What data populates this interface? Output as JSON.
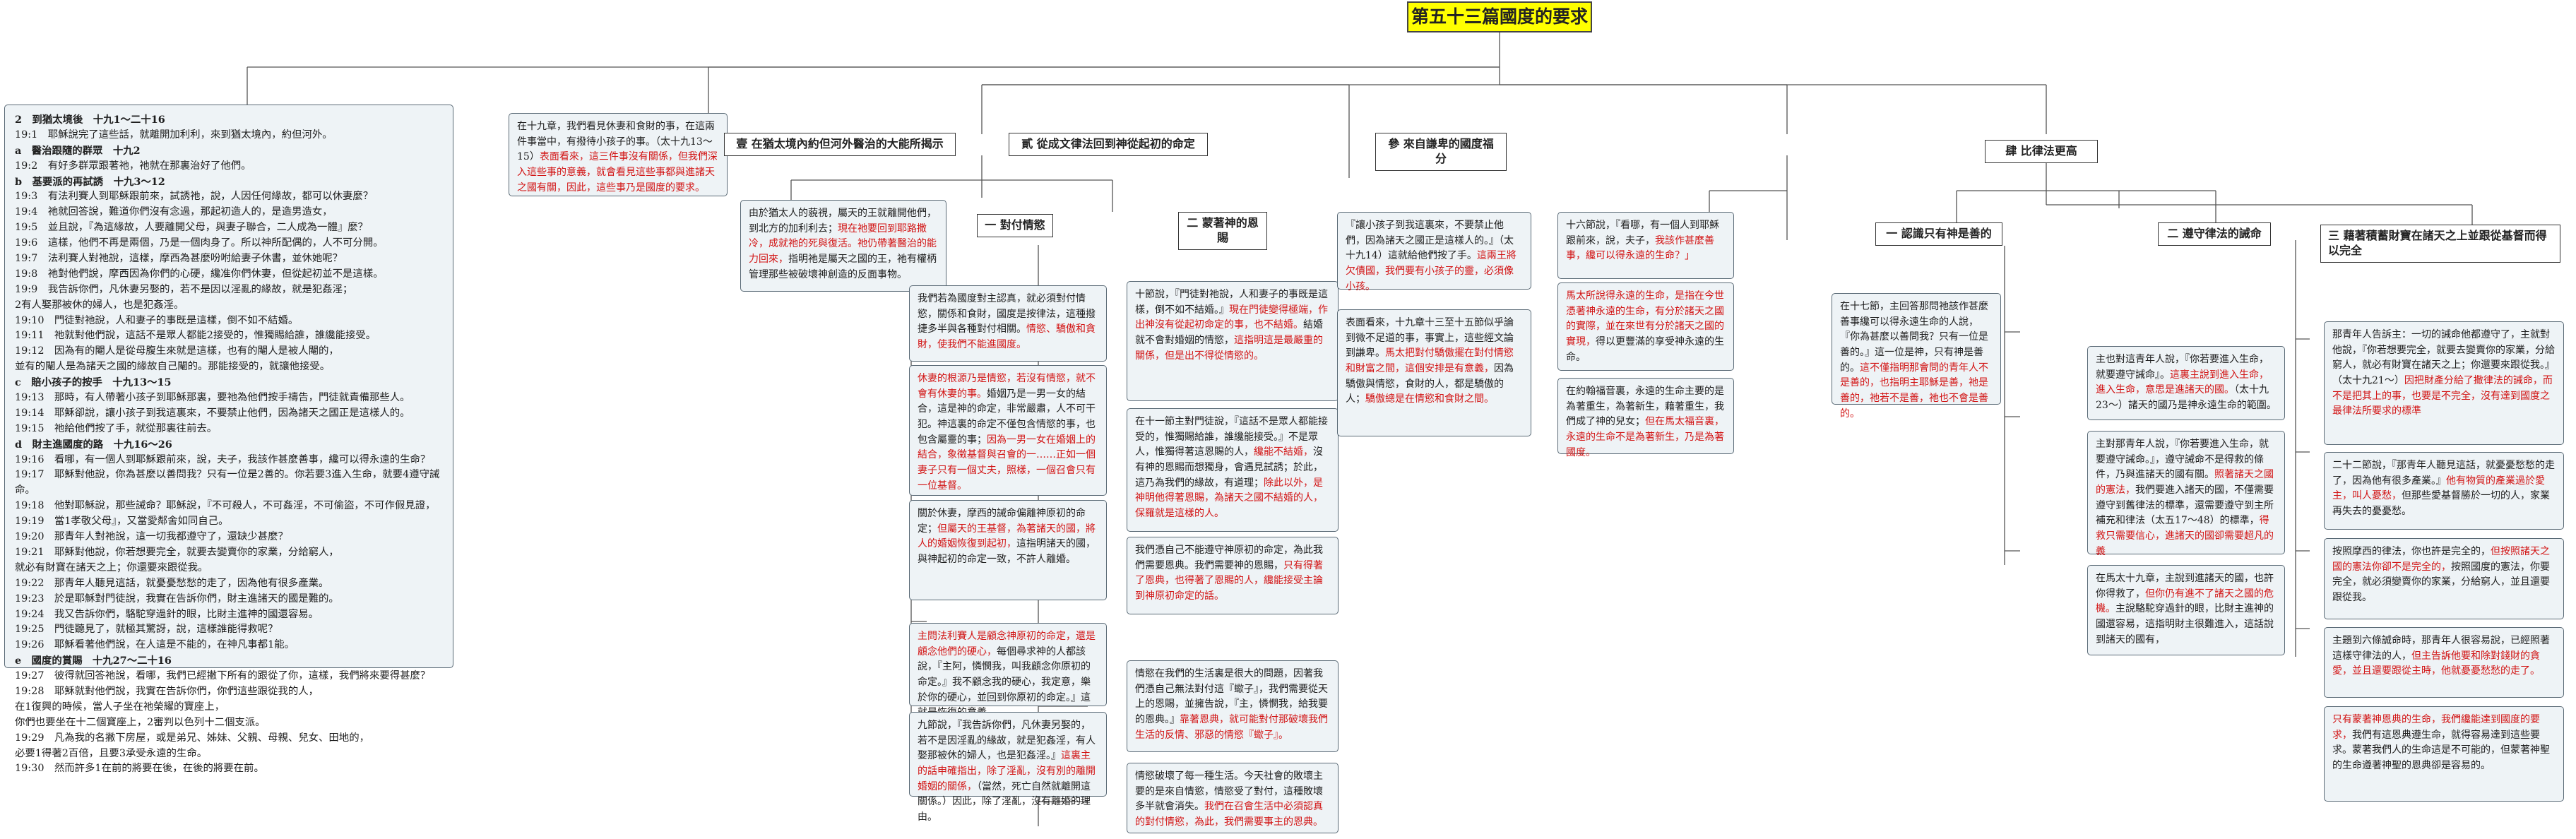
{
  "root": {
    "title": "第五十三篇國度的要求"
  },
  "intro": {
    "text": "在十九章，我們看見休妻和食財的事，在這兩件事當中，有撥待小孩子的事。（太十九13～15）",
    "red": "表面看來，這三件事沒有關係，但我們深入這些事的意義，就會看見這些事都與進諸天之國有關，因此，這些事乃是國度的要求。"
  },
  "outline": {
    "lines": [
      {
        "t": "2　到猶太境後　十九1～二十16",
        "b": true
      },
      {
        "t": "19:1　耶穌說完了這些話，就離開加利利，來到猶太境內，約但河外。"
      },
      {
        "t": "a　醫治跟隨的群眾　十九2",
        "b": true
      },
      {
        "t": "19:2　有好多群眾跟著祂，祂就在那裏治好了他們。"
      },
      {
        "t": "b　基要派的再試誘　十九3～12",
        "b": true
      },
      {
        "t": "19:3　有法利賽人到耶穌跟前來，試誘祂，說，人因任何緣故，都可以休妻麼？"
      },
      {
        "t": "19:4　祂就回答說，難道你們沒有念過，那起初造人的，是造男造女，"
      },
      {
        "t": "19:5　並且說，『為這緣故，人要離開父母，與妻子聯合，二人成為一體』麼？"
      },
      {
        "t": "19:6　這樣，他們不再是兩個，乃是一個肉身了。所以神所配偶的，人不可分開。"
      },
      {
        "t": "19:7　法利賽人對祂說，這樣，摩西為甚麼吩咐給妻子休書，並休她呢？"
      },
      {
        "t": "19:8　祂對他們說，摩西因為你們的心硬，纔准你們休妻，但從起初並不是這樣。"
      },
      {
        "t": "19:9　我告訴你們，凡休妻另娶的，若不是因以淫亂的緣故，就是犯姦淫；"
      },
      {
        "t": "2有人娶那被休的婦人，也是犯姦淫。"
      },
      {
        "t": "19:10　門徒對祂說，人和妻子的事既是這樣，倒不如不結婚。"
      },
      {
        "t": "19:11　祂就對他們說，這話不是眾人都能2接受的，惟獨賜給誰，誰纔能接受。"
      },
      {
        "t": "19:12　因為有的閹人是從母腹生來就是這樣，也有的閹人是被人閹的，"
      },
      {
        "t": "並有的閹人是為諸天之國的緣故自己閹的。那能接受的，就讓他接受。"
      },
      {
        "t": "c　賠小孩子的按手　十九13～15",
        "b": true
      },
      {
        "t": "19:13　那時，有人帶著小孩子到耶穌那裏，要祂為他們按手禱告，門徒就責備那些人。"
      },
      {
        "t": "19:14　耶穌卻說，讓小孩子到我這裏來，不要禁止他們，因為諸天之國正是這樣人的。"
      },
      {
        "t": "19:15　祂給他們按了手，就從那裏往前去。"
      },
      {
        "t": "d　財主進國度的路　十九16～26",
        "b": true
      },
      {
        "t": "19:16　看哪，有一個人到耶穌跟前來，說，夫子，我該作甚麼善事，纔可以得永遠的生命？"
      },
      {
        "t": "19:17　耶穌對他說，你為甚麼以善問我？只有一位是2善的。你若要3進入生命，就要4遵守誡命。"
      },
      {
        "t": "19:18　他對耶穌說，那些誡命？耶穌說，『不可殺人，不可姦淫，不可偷盜，不可作假見證，"
      },
      {
        "t": "19:19　當1孝敬父母』，又當愛鄰舍如同自己。"
      },
      {
        "t": "19:20　那青年人對祂說，這一切我都遵守了，還缺少甚麼？"
      },
      {
        "t": "19:21　耶穌對他說，你若想要完全，就要去變賣你的家業，分給窮人，"
      },
      {
        "t": "就必有財寶在諸天之上；你還要來跟從我。"
      },
      {
        "t": "19:22　那青年人聽見這話，就憂憂愁愁的走了，因為他有很多產業。"
      },
      {
        "t": "19:23　於是耶穌對門徒說，我實在告訴你們，財主進諸天的國是難的。"
      },
      {
        "t": "19:24　我又告訴你們，駱駝穿過針的眼，比財主進神的國還容易。"
      },
      {
        "t": "19:25　門徒聽見了，就極其驚訝，說，這樣誰能得救呢？"
      },
      {
        "t": "19:26　耶穌看著他們說，在人這是不能的，在神凡事都1能。"
      },
      {
        "t": "e　國度的賞賜　十九27～二十16",
        "b": true
      },
      {
        "t": "19:27　彼得就回答祂說，看哪，我們已經撇下所有的跟從了你，這樣，我們將來要得甚麼？"
      },
      {
        "t": "19:28　耶穌就對他們說，我實在告訴你們，你們這些跟從我的人，"
      },
      {
        "t": "在1復興的時候，當人子坐在祂榮耀的寶座上，"
      },
      {
        "t": "你們也要坐在十二個寶座上，2審判以色列十二個支派。"
      },
      {
        "t": "19:29　凡為我的名撇下房屋，或是弟兄、姊妹、父親、母親、兒女、田地的，"
      },
      {
        "t": "必要1得著2百倍，且要3承受永遠的生命。"
      },
      {
        "t": "19:30　然而許多1在前的將要在後，在後的將要在前。"
      }
    ]
  },
  "sections": {
    "s1": {
      "label": "壹 在猶太境內約但河外醫治的大能所揭示"
    },
    "s2": {
      "label": "貳 從成文律法回到神從起初的命定"
    },
    "s3": {
      "label": "參 來自謙卑的國度福分"
    },
    "s4": {
      "label": "肆 比律法更高"
    }
  },
  "s1_body": {
    "text": "由於猶太人的藐視，屬天的王就離開他們，到北方的加利利去；",
    "red": "現在祂要回到耶路撒冷，成就祂的死與復活。祂仍帶著醫治的能力回來，",
    "text2": "指明祂是屬天之國的王，祂有權柄管理那些被破壞神創造的反面事物。"
  },
  "s2a": {
    "label": "一 對付情慾"
  },
  "s2b": {
    "label": "二 蒙著神的恩賜"
  },
  "s2a_b1": {
    "text": "我們若為國度對主認真，就必須對付情慾，關係和食財，國度是按律法，這種撥捷多半與各種對付相關。",
    "red": "情慾、驕傲和貪財，使我們不能進國度。"
  },
  "s2a_b2": {
    "red": "休妻的根源乃是情慾，若沒有情慾，就不會有休妻的事。",
    "text": "婚姻乃是一男一女的結合，這是神的命定，非常嚴肅，人不可干犯。神這裏的命定不僅包含情慾的事，也包含屬靈的事；",
    "red2": "因為一男一女在婚姻上的結合，象徵基督與召會的一……正如一個妻子只有一個丈夫，照樣，一個召會只有一位基督。"
  },
  "s2a_b3": {
    "text": "關於休妻，摩西的誡命偏離神原初的命定；",
    "red": "但屬天的王基督，為著諸天的國，將人的婚姻恢復到起初，",
    "text2": "這指明諸天的國，與神起初的命定一致，不許人離婚。"
  },
  "s2a_b4": {
    "red": "主問法利賽人是顧念神原初的命定，還是顧念他們的硬心，",
    "text": "每個尋求神的人都該說，『主阿，憐憫我，叫我顧念你原初的命定。』我不顧念我的硬心，我定意，樂於你的硬心，並回到你原初的命定。』這就是恢復的意義。"
  },
  "s2a_b5": {
    "text": "九節說，『我告訴你們，凡休妻另娶的，若不是因淫亂的緣故，就是犯姦淫，有人娶那被休的婦人，也是犯姦淫。』",
    "red": "這裏主的話申確指出，除了淫亂，沒有別的離開婚姻的關係，",
    "text2": "（當然，死亡自然就離開這關係。）因此，除了淫亂，沒有離婚的理由。"
  },
  "s2b_b1": {
    "text": "十節說，『門徒對祂說，人和妻子的事既是這樣，倒不如不結婚。』",
    "red": "現在門徒變得極端，作出神沒有從起初命定的事，也不結婚。",
    "text2": "結婚就不會對婚姻的情慾，",
    "red2": "這指明這是最嚴重的關係，但是出不得從情慾的。"
  },
  "s2b_b2": {
    "text": "在十一節主對門徒說，『這話不是眾人都能接受的，惟獨賜給誰，誰纔能接受。』不是眾人，惟獨得著這恩賜的人，",
    "red": "纔能不結婚，",
    "text2": "沒有神的恩賜而想獨身，會遇見試誘；於此，這乃為我們的緣故，有道理；",
    "red2": "除此以外，是神明他得著恩賜，為諸天之國不結婚的人，保羅就是這樣的人。"
  },
  "s2b_b3": {
    "text": "我們憑自己不能遵守神原初的命定，為此我們需要恩典。我們需要神的恩賜，",
    "red": "只有得著了恩典，也得著了恩賜的人，纔能接受主論到神原初命定的話。"
  },
  "s2b_b4": {
    "text": "情慾在我們的生活裏是很大的問題，因著我們憑自己無法對付這『蠍子』，我們需要從天上的恩賜，並擁告說，『主，憐憫我，給我要的恩典。』",
    "red": "靠著恩典，就可能對付那破壞我們生活的反情、邪惡的情慾『蠍子』。"
  },
  "s2b_b5": {
    "text": "情慾破壞了每一種生活。今天社會的敗壞主要的是來自情慾，情慾受了對付，這種敗壞多半就會消失。",
    "red": "我們在召會生活中必須認真的對付情慾，為此，我們需要事主的恩典。"
  },
  "s3_b1": {
    "text": "『讓小孩子到我這裏來，不要禁止他們，因為諸天之國正是這樣人的。』（太十九14）",
    "text2": "這就給他們按了手。",
    "red": "這兩王將欠債國，我們要有小孩子的靈，必須像小孩。"
  },
  "s3_b2": {
    "text": "表面看來，十九章十三至十五節似乎論到微不足道的事，事實上，這些經文論到謙卑。",
    "red": "馬太把對付驕傲擺在對付情慾和財富之間，這個安排是有意義，",
    "text2": "因為驕傲與情慾，食財的人，都是驕傲的人；",
    "red2": "驕傲總是在情慾和食財之間。"
  },
  "s4a": {
    "label": "一 認識只有神是善的"
  },
  "s4b": {
    "label": "二 遵守律法的誡命"
  },
  "s4c": {
    "label": "三 藉著積蓄財寶在諸天之上並跟從基督而得以完全"
  },
  "s4_intro": {
    "text": "十六節說，『看哪，有一個人到耶穌跟前來，說，夫子，",
    "red": "我該作甚麼善事，纔可以得永遠的生命？」"
  },
  "s4_b2": {
    "red": "馬太所說得永遠的生命，是指在今世憑著神永遠的生命，有分於諸天之國的實際，並在來世有分於諸天之國的實現，",
    "text": "得以更豐滿的享受神永遠的生命。"
  },
  "s4_b3": {
    "text": "在約翰福音裏，永遠的生命主要的是為著重生，為著新生，藉著重生，我們成了神的兒女；",
    "red": "但在馬太福音裏，永遠的生命不是為著新生，乃是為著國度。"
  },
  "s4a_b1": {
    "text": "在十七節，主回答那問祂該作甚麼善事纔可以得永遠生命的人說，『你為甚麼以善問我？只有一位是善的。』這一位是神，只有神是善的。",
    "red": "這不僅指明那會問的青年人不是善的，也指明主耶穌是善，祂是善的，祂若不是善，祂也不會是善的。"
  },
  "s4b_b1": {
    "text": "主也對這青年人說，『你若要進入生命，就要遵守誡命』。",
    "red": "這裏主說到進入生命，進入生命，意思是進諸天的國。",
    "text2": "（太十九23～）諸天的國乃是神永遠生命的範圍。"
  },
  "s4b_b2": {
    "text": "主對那青年人說，『你若要進入生命，就要遵守誡命。』，遵守誡命不是得救的條件，乃與進諸天的國有關。",
    "red": "照著諸天之國的憲法，",
    "text2": "我們要進入諸天的國，不僅需要遵守到舊律法的標準，還需要遵守到主所補充和律法（太五17～48）的標準，",
    "red2": "得救只需要信心，進諸天的國卻需要超凡的義"
  },
  "s4b_b3": {
    "text": "在馬太十九章，主說到進諸天的國，也許你得救了，",
    "red": "但你仍有進不了諸天之國的危機。",
    "text2": "主說駱駝穿過針的眼，比財主進神的國還容易，這指明財主很難進入，這話說到諸天的國有，"
  },
  "s4c_b1": {
    "text": "那青年人告訴主：一切的誡命他都遵守了，主就對他說，『你若想要完全，就要去變賣你的家業，分給窮人，就必有財寶在諸天之上；你還要來跟從我。』（太十九21～）",
    "red": "因把財產分給了撒律法的誡命，而不是把其上的事，也要是不完全，沒有達到國度之最律法所要求的標準"
  },
  "s4c_b2": {
    "text": "二十二節說，『那青年人聽見這話，就憂憂愁愁的走了，因為他有很多產業。』",
    "red": "他有物質的產業過於愛主，叫人憂愁，",
    "text2": "但那些愛基督勝於一切的人，家業再失去的憂憂愁。"
  },
  "s4c_b3": {
    "text": "按照摩西的律法，你也許是完全的，",
    "red": "但按照諸天之國的憲法你卻不是完全的，",
    "text2": "按照國度的憲法，你要完全，就必須變賣你的家業，分給窮人，並且還要跟從我。"
  },
  "s4c_b4": {
    "text": "主題到六條誠命時，那青年人很容易說，已經照著這樣守律法的人，",
    "red": "但主告訴他要和除對錢財的貪愛，並且還要跟從主時，他就憂憂愁愁的走了。"
  },
  "s4c_b5": {
    "red": "只有蒙著神恩典的生命，我們纔能達到國度的要求，",
    "text": "我們有這恩典遵生命，就得容易達到這些要求。蒙著我們人的生命這是不可能的，但蒙著神聖的生命遵著神聖的恩典卻是容易的。"
  }
}
